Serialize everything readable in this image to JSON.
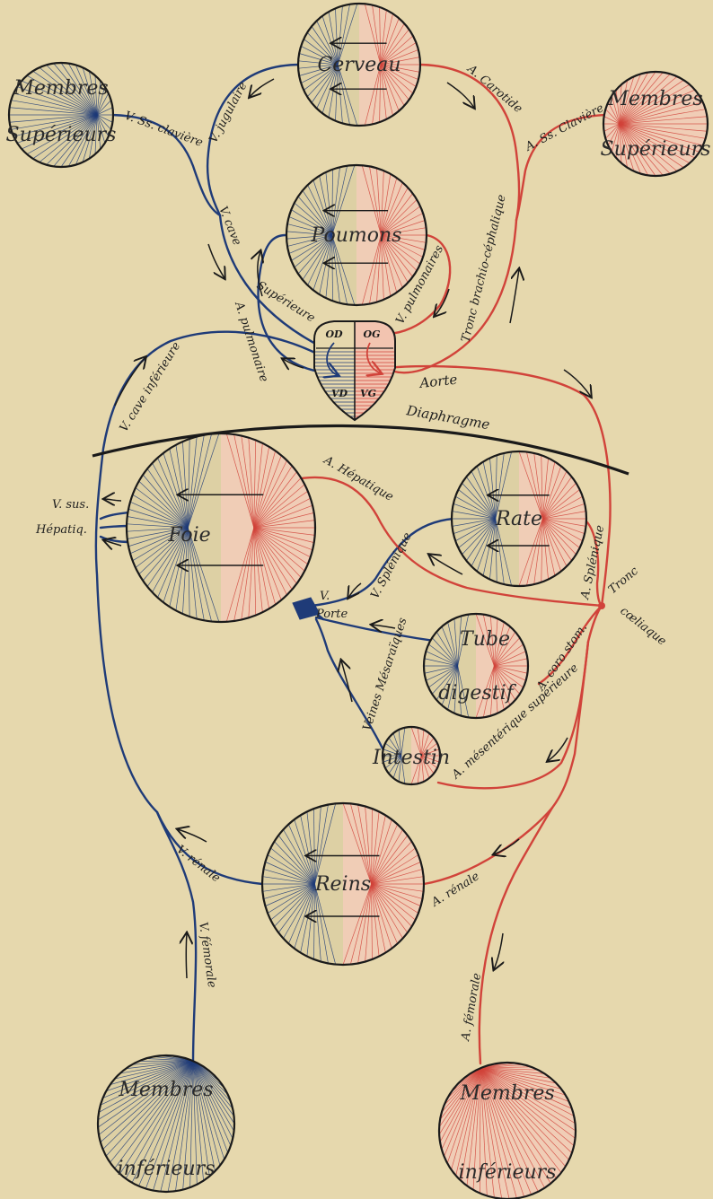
{
  "title": "",
  "colors": {
    "venous": "#1f3b78",
    "arterial": "#d1433a",
    "ink": "#1a1a1a",
    "paper": "#e6d8ad"
  },
  "organs": {
    "membres_sup_left": [
      "Membres",
      "Supérieurs"
    ],
    "cerveau": "Cerveau",
    "membres_sup_right": [
      "Membres",
      "Supérieurs"
    ],
    "poumons": "Poumons",
    "coeur": [
      "OD",
      "OG",
      "VD",
      "VG"
    ],
    "foie": "Foie",
    "rate": "Rate",
    "tube": [
      "Tube",
      "digestif"
    ],
    "intestin": "Intestin",
    "reins": "Reins",
    "membres_inf_left": [
      "Membres",
      "inférieurs"
    ],
    "membres_inf_right": [
      "Membres",
      "inférieurs"
    ]
  },
  "vessels": {
    "v_ss_claviere": "V. Ss. clavière",
    "v_jugulaire": "V. jugulaire",
    "a_carotide": "A. Carotide",
    "a_ss_claviere": "A. Ss. Clavière",
    "v_cave": "V. cave",
    "superieure": "Supérieure",
    "a_pulmonaire": "A. pulmonaire",
    "v_pulmonaires": "V. pulmonaires",
    "tronc_brachio": "Tronc brachio-céphalique",
    "aorte": "Aorte",
    "v_cave_inf": "V. cave inférieure",
    "diaphragme": "Diaphragme",
    "a_hepatique": "A. Hépatique",
    "v_sus": "V. sus.",
    "hepatiq": "Hépatiq.",
    "v_splenique": "V. Splénique",
    "a_splenique": "A. Splénique",
    "tronc_coeliaque": [
      "Tronc",
      "cœliaque"
    ],
    "v_porte": [
      "V.",
      "Porte"
    ],
    "veines_mesaraiques": "Veines Mésaraïques",
    "a_coro_stom": "A. coro stom.",
    "a_mesenterique": "A. mésentérique supérieure",
    "v_renale": "V. rénale",
    "a_renale": "A. rénale",
    "v_femorale": "V. fémorale",
    "a_femorale": "A. fémorale"
  }
}
